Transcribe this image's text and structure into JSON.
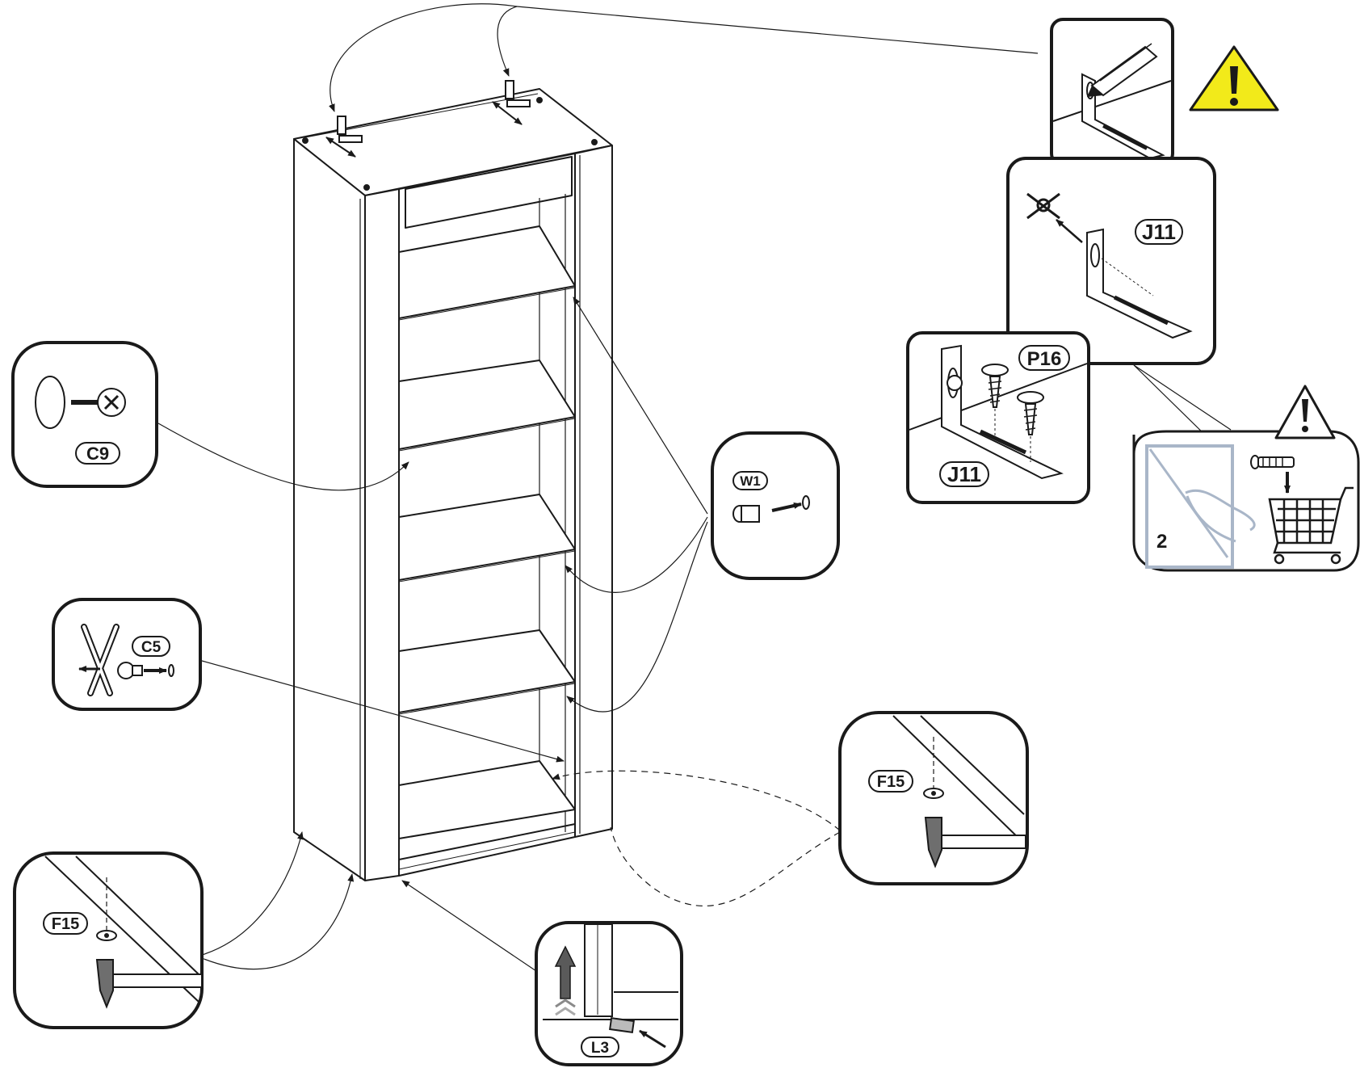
{
  "parts": {
    "c9": "C9",
    "c5": "C5",
    "w1": "W1",
    "f15_left": "F15",
    "f15_right": "F15",
    "l3": "L3",
    "j11_top": "J11",
    "j11_bottom": "J11",
    "p16": "P16"
  },
  "step_number": "2",
  "colors": {
    "line": "#1a1a1a",
    "warning_fill": "#f2ea1a",
    "bluegray": "#a9b6c8",
    "hammer_head": "#6e6e6e",
    "arrow_gray": "#5a5a5a"
  },
  "icons": [
    "warning-triangle-icon",
    "caution-triangle-icon",
    "shopping-cart-icon",
    "pencil-icon",
    "hammer-icon",
    "screw-icon",
    "wall-plug-icon"
  ]
}
